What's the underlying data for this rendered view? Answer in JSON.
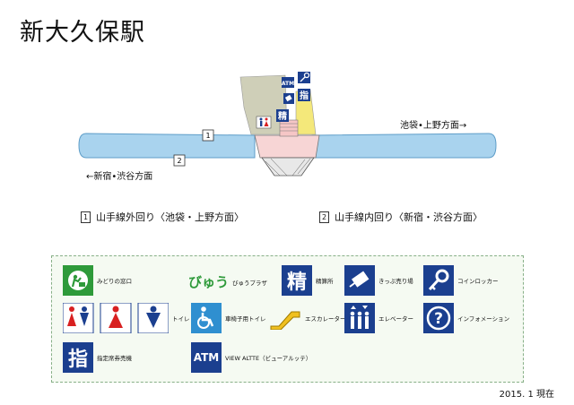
{
  "title": "新大久保駅",
  "directions": {
    "east": "池袋•上野方面→",
    "west": "←新宿•渋谷方面"
  },
  "tracks": [
    {
      "num": "1",
      "label": "山手線外回り〈池袋・上野方面〉"
    },
    {
      "num": "2",
      "label": "山手線内回り〈新宿・渋谷方面〉"
    }
  ],
  "map_icons": {
    "atm": "ATM",
    "reserved": "指",
    "fare": "精"
  },
  "legend": [
    {
      "id": "midori",
      "label": "みどりの窓口",
      "icon": "ticket-office-icon"
    },
    {
      "id": "view",
      "label": "びゅうプラザ",
      "logo": "びゅう",
      "icon": "view-plaza-logo"
    },
    {
      "id": "fare",
      "label": "精算所",
      "glyph": "精",
      "icon": "fare-adjustment-icon"
    },
    {
      "id": "ticket",
      "label": "きっぷ売り場",
      "icon": "ticket-machine-icon"
    },
    {
      "id": "locker",
      "label": "コインロッカー",
      "icon": "key-icon"
    },
    {
      "id": "toilet",
      "label": "トイレ",
      "icon": "toilet-icon"
    },
    {
      "id": "accessible",
      "label": "車椅子用トイレ",
      "icon": "wheelchair-icon"
    },
    {
      "id": "escalator",
      "label": "エスカレーター",
      "icon": "escalator-icon"
    },
    {
      "id": "elevator",
      "label": "エレベーター",
      "icon": "elevator-icon"
    },
    {
      "id": "info",
      "label": "インフォメーション",
      "icon": "info-icon"
    },
    {
      "id": "reserved",
      "label": "指定席券売機",
      "glyph": "指",
      "icon": "reserved-seat-icon"
    },
    {
      "id": "atm",
      "label": "VIEW ALTTE（ビューアルッテ）",
      "glyph": "ATM",
      "icon": "atm-icon"
    }
  ],
  "footer": "2015. 1 現在",
  "colors": {
    "platform": "#a9d3ee",
    "platform_edge": "#5e9dc8",
    "building": "#cfcfb8",
    "navy": "#1b3f8f",
    "green": "#2e9a3a",
    "stairs": "#f6c6c6",
    "yellow": "#f4e87a"
  }
}
